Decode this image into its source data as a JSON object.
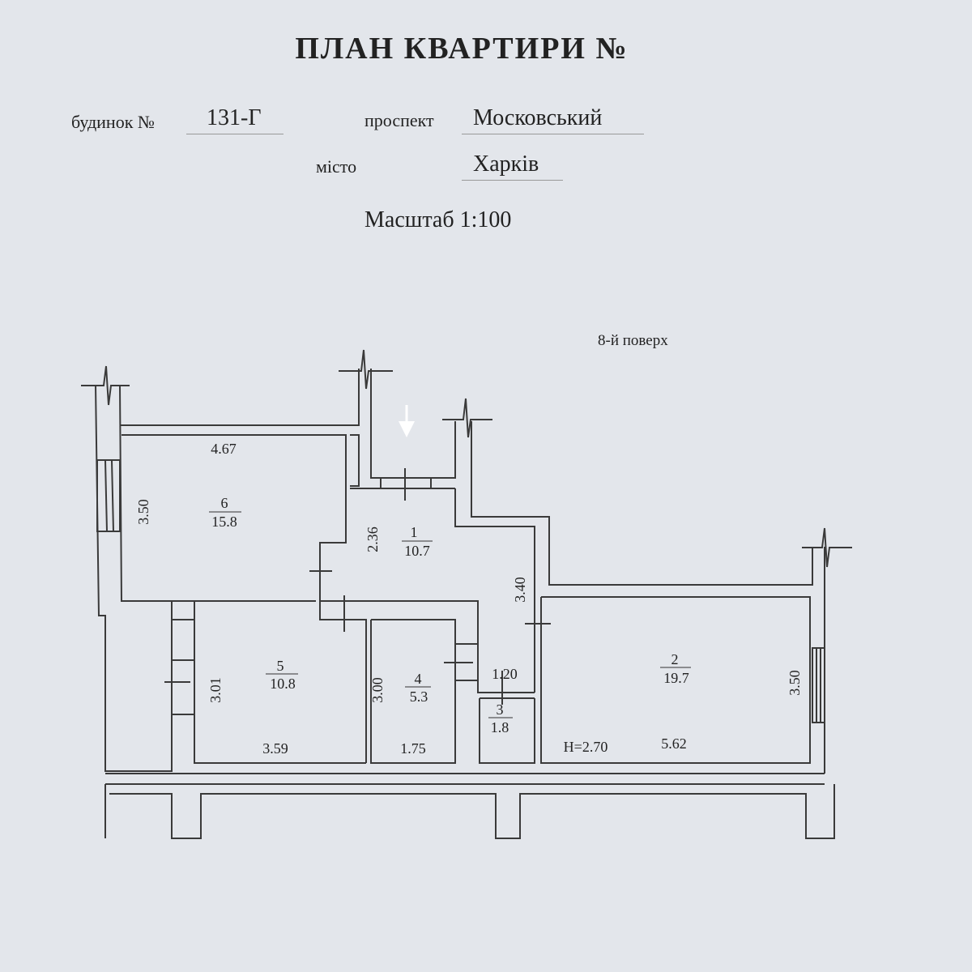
{
  "header": {
    "title": "ПЛАН КВАРТИРИ   №",
    "house_label": "будинок №",
    "house_value": "131-Г",
    "street_label": "проспект",
    "street_value": "Московський",
    "city_label": "місто",
    "city_value": "Харків",
    "scale": "Масштаб 1:100"
  },
  "plan": {
    "floor": "8-й поверх",
    "ceiling_height": "H=2.70",
    "rooms": [
      {
        "number": "1",
        "area": "10.7"
      },
      {
        "number": "2",
        "area": "19.7"
      },
      {
        "number": "3",
        "area": "1.8"
      },
      {
        "number": "4",
        "area": "5.3"
      },
      {
        "number": "5",
        "area": "10.8"
      },
      {
        "number": "6",
        "area": "15.8"
      }
    ],
    "dimensions": {
      "room6_width": "4.67",
      "room6_depth": "3.50",
      "room1_left": "2.36",
      "room1_right": "3.40",
      "room5_depth": "3.01",
      "room5_width": "3.59",
      "room4_depth": "3.00",
      "room4_width": "1.75",
      "room3_width": "1.20",
      "room2_depth": "3.50",
      "room2_width": "5.62"
    }
  }
}
